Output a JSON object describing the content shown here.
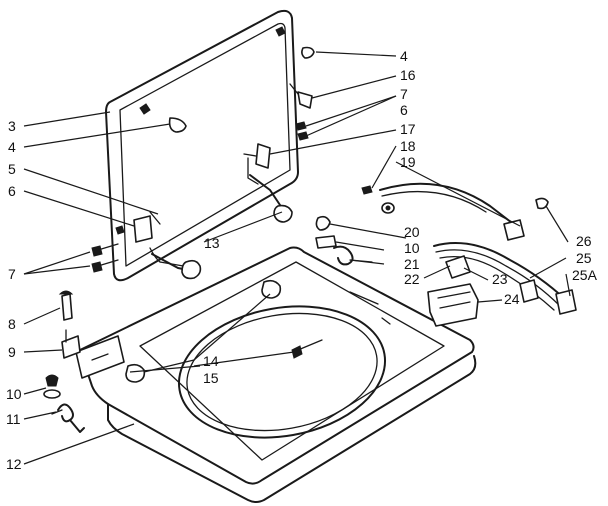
{
  "callouts": [
    {
      "id": "c3",
      "text": "3"
    },
    {
      "id": "c4a",
      "text": "4"
    },
    {
      "id": "c4b",
      "text": "4"
    },
    {
      "id": "c5",
      "text": "5"
    },
    {
      "id": "c6a",
      "text": "6"
    },
    {
      "id": "c6b",
      "text": "6"
    },
    {
      "id": "c7a",
      "text": "7"
    },
    {
      "id": "c7b",
      "text": "7"
    },
    {
      "id": "c8",
      "text": "8"
    },
    {
      "id": "c9",
      "text": "9"
    },
    {
      "id": "c10a",
      "text": "10"
    },
    {
      "id": "c10b",
      "text": "10"
    },
    {
      "id": "c11",
      "text": "11"
    },
    {
      "id": "c12",
      "text": "12"
    },
    {
      "id": "c13",
      "text": "13"
    },
    {
      "id": "c14",
      "text": "14"
    },
    {
      "id": "c15",
      "text": "15"
    },
    {
      "id": "c16",
      "text": "16"
    },
    {
      "id": "c17",
      "text": "17"
    },
    {
      "id": "c18",
      "text": "18"
    },
    {
      "id": "c19",
      "text": "19"
    },
    {
      "id": "c20",
      "text": "20"
    },
    {
      "id": "c21",
      "text": "21"
    },
    {
      "id": "c22",
      "text": "22"
    },
    {
      "id": "c23",
      "text": "23"
    },
    {
      "id": "c24",
      "text": "24"
    },
    {
      "id": "c25",
      "text": "25"
    },
    {
      "id": "c25a",
      "text": "25A"
    },
    {
      "id": "c26",
      "text": "26"
    }
  ]
}
